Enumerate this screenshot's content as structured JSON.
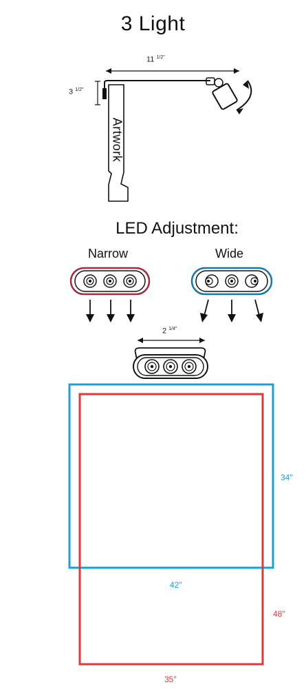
{
  "title": "3 Light",
  "arm_length": {
    "main": "11",
    "frac": "1/2″"
  },
  "drop_length": {
    "main": "3",
    "frac": "1/2″"
  },
  "artwork_label": "Artwork",
  "led_section": {
    "title": "LED Adjustment:",
    "narrow_label": "Narrow",
    "wide_label": "Wide",
    "fixture_width": {
      "main": "2",
      "frac": "1/4″"
    }
  },
  "coverage": {
    "wide": {
      "width": "42″",
      "height": "34″",
      "color": "#1aa0d8"
    },
    "narrow": {
      "width": "35″",
      "height": "48″",
      "color": "#e03a3a"
    }
  }
}
